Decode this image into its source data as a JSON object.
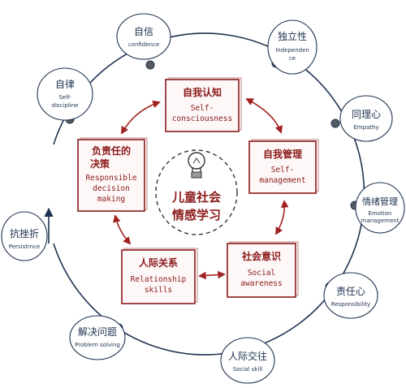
{
  "center": {
    "icon": "lightbulb-icon",
    "line1": "儿童社会",
    "line2": "情感学习"
  },
  "core": [
    {
      "id": "self-awareness",
      "zh": "自我认知",
      "en1": "Self-",
      "en2": "consciousness"
    },
    {
      "id": "self-management",
      "zh": "自我管理",
      "en1": "Self-",
      "en2": "management"
    },
    {
      "id": "social-awareness",
      "zh": "社会意识",
      "en1": "Social",
      "en2": "awareness"
    },
    {
      "id": "relationship-skills",
      "zh": "人际关系",
      "en1": "Relationship",
      "en2": "skills"
    },
    {
      "id": "responsible-decision",
      "zh1": "负责任的",
      "zh2": "决策",
      "en1": "Responsible",
      "en2": "decision",
      "en3": "making"
    }
  ],
  "outer": [
    {
      "id": "confidence",
      "zh": "自信",
      "en1": "confidence",
      "en2": ""
    },
    {
      "id": "independence",
      "zh": "独立性",
      "en1": "Independen",
      "en2": "ce"
    },
    {
      "id": "empathy",
      "zh": "同理心",
      "en1": "Empathy",
      "en2": ""
    },
    {
      "id": "emotion-management",
      "zh": "情绪管理",
      "en1": "Emotion",
      "en2": "management"
    },
    {
      "id": "responsibility",
      "zh": "责任心",
      "en1": "Responsibility",
      "en2": ""
    },
    {
      "id": "social-skill",
      "zh": "人际交往",
      "en1": "Social skill",
      "en2": ""
    },
    {
      "id": "problem-solving",
      "zh": "解决问题",
      "en1": "Problem solving",
      "en2": ""
    },
    {
      "id": "persistence",
      "zh": "抗挫折",
      "en1": "Persistrnce",
      "en2": ""
    },
    {
      "id": "self-discipline",
      "zh": "自律",
      "en1": "Self-",
      "en2": "discipline"
    }
  ],
  "colors": {
    "ring": "#1f3350",
    "box": "#8b1a1a",
    "arrow": "#a12020",
    "dot": "#555a60"
  }
}
